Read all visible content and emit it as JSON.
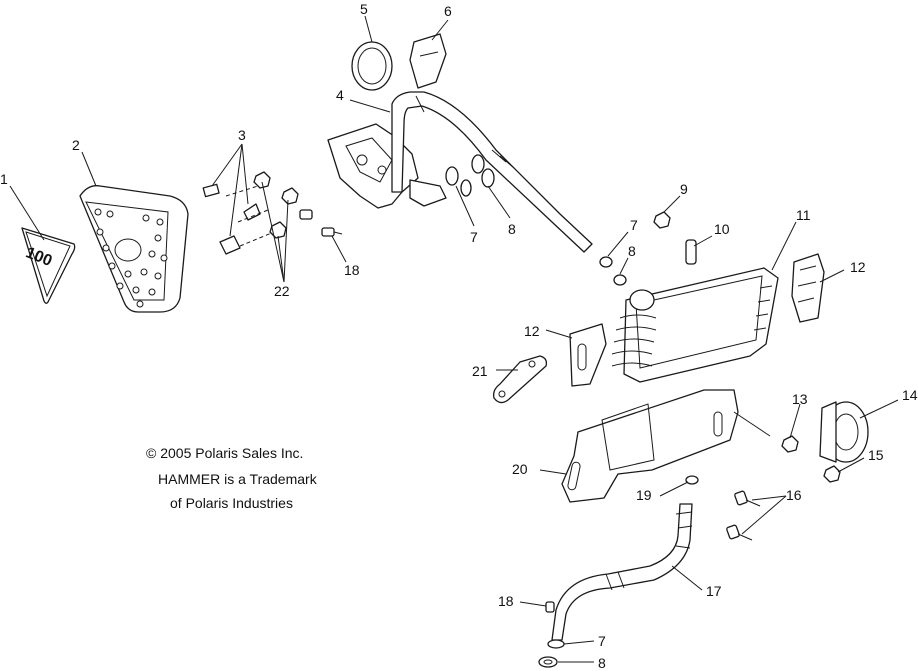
{
  "callouts": [
    {
      "id": "1",
      "text": "1"
    },
    {
      "id": "2",
      "text": "2"
    },
    {
      "id": "3",
      "text": "3"
    },
    {
      "id": "4",
      "text": "4"
    },
    {
      "id": "5",
      "text": "5"
    },
    {
      "id": "6",
      "text": "6"
    },
    {
      "id": "7a",
      "text": "7"
    },
    {
      "id": "7b",
      "text": "7"
    },
    {
      "id": "7c",
      "text": "7"
    },
    {
      "id": "8a",
      "text": "8"
    },
    {
      "id": "8b",
      "text": "8"
    },
    {
      "id": "8c",
      "text": "8"
    },
    {
      "id": "9",
      "text": "9"
    },
    {
      "id": "10",
      "text": "10"
    },
    {
      "id": "11",
      "text": "11"
    },
    {
      "id": "12a",
      "text": "12"
    },
    {
      "id": "12b",
      "text": "12"
    },
    {
      "id": "13",
      "text": "13"
    },
    {
      "id": "14",
      "text": "14"
    },
    {
      "id": "15",
      "text": "15"
    },
    {
      "id": "16",
      "text": "16"
    },
    {
      "id": "17",
      "text": "17"
    },
    {
      "id": "18a",
      "text": "18"
    },
    {
      "id": "18b",
      "text": "18"
    },
    {
      "id": "19",
      "text": "19"
    },
    {
      "id": "20",
      "text": "20"
    },
    {
      "id": "21",
      "text": "21"
    },
    {
      "id": "22",
      "text": "22"
    }
  ],
  "copyright": {
    "line1": "© 2005 Polaris Sales Inc.",
    "line2": "HAMMER is a Trademark",
    "line3": "of Polaris Industries"
  },
  "decal_text": "100"
}
